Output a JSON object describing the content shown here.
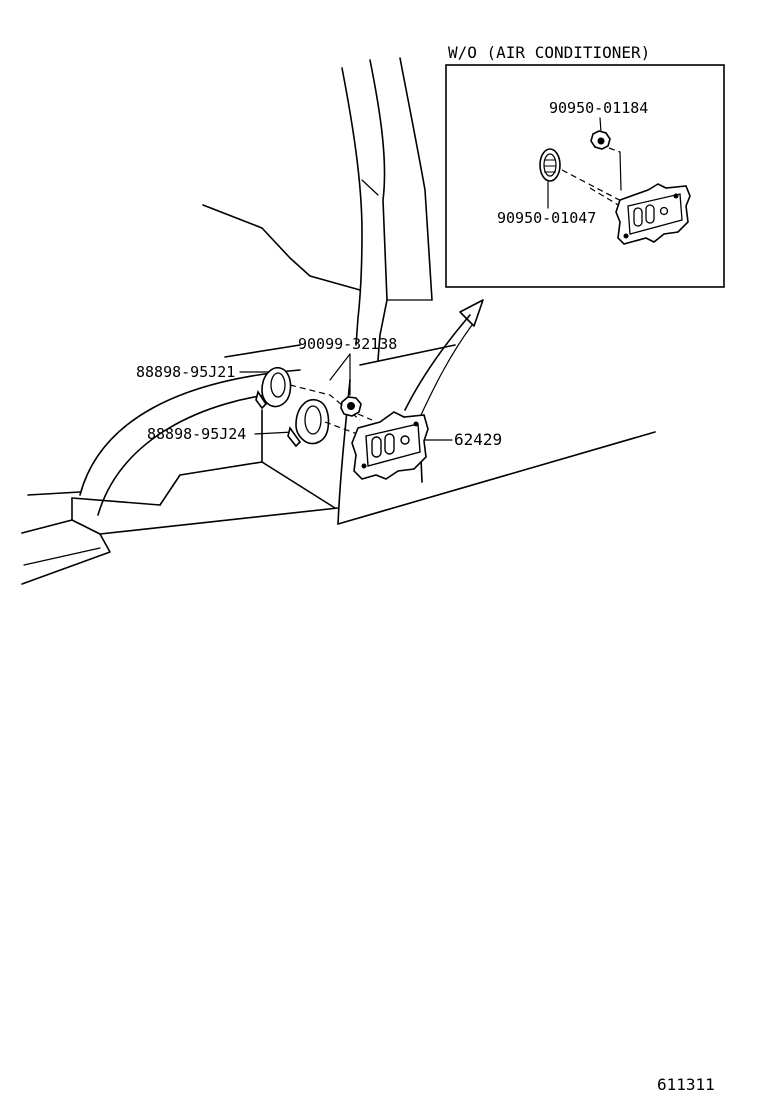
{
  "inset": {
    "caption": "W/O (AIR CONDITIONER)",
    "part_top": "90950-01184",
    "part_left": "90950-01047"
  },
  "main": {
    "part_screw": "90099-32138",
    "part_grommet_upper": "88898-95J21",
    "part_grommet_lower": "88898-95J24",
    "part_plate": "62429"
  },
  "footer": {
    "figure_number": "611311"
  }
}
